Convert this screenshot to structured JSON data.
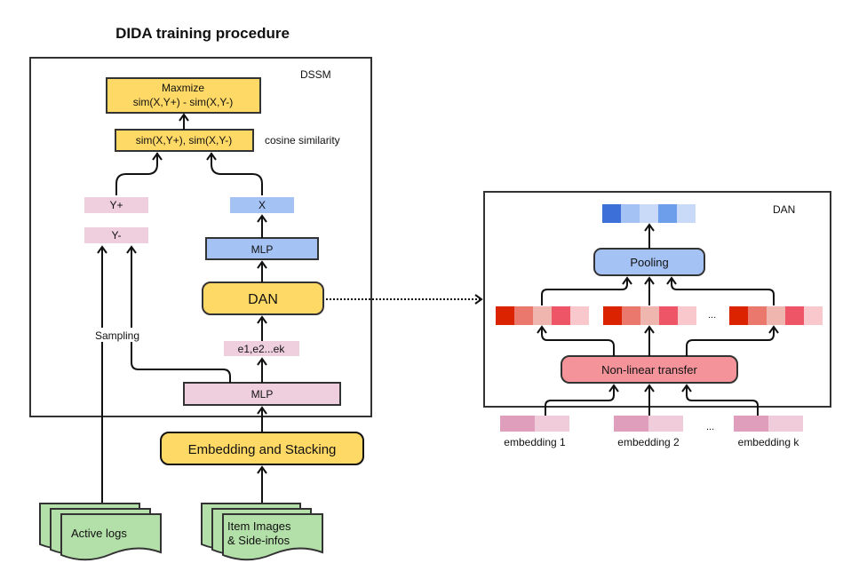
{
  "title": "DIDA training procedure",
  "dssm": {
    "label": "DSSM",
    "maximize_line1": "Maxmize",
    "maximize_line2": "sim(X,Y+) - sim(X,Y-)",
    "sim": "sim(X,Y+), sim(X,Y-)",
    "cosine_label": "cosine similarity",
    "y_plus": "Y+",
    "y_minus": "Y-",
    "x": "X",
    "mlp_top": "MLP",
    "dan": "DAN",
    "sampling": "Sampling",
    "e_list": "e1,e2...ek",
    "mlp_bottom": "MLP"
  },
  "embedding_stacking": "Embedding and Stacking",
  "sources": {
    "active_logs": "Active logs",
    "items_line1": "Item Images",
    "items_line2": "& Side-infos"
  },
  "dan_detail": {
    "label": "DAN",
    "pooling": "Pooling",
    "nonlinear": "Non-linear transfer",
    "ellipsis": "...",
    "embeddings": [
      "embedding 1",
      "embedding 2",
      "embedding k"
    ]
  },
  "colors": {
    "yellow": "#FFD966",
    "pink": "#EFCFDD",
    "blue": "#A4C2F4",
    "green": "#B3DFA8",
    "red_box": "#F4939A",
    "output_vector": [
      "#3C6FD8",
      "#A4C2F4",
      "#C9DAF8",
      "#6D9EEB",
      "#C9DAF8"
    ],
    "hidden_vector": [
      "#DB2300",
      "#EA786D",
      "#EFB6B0",
      "#EE5566",
      "#F8C8CC"
    ],
    "embedding_vector": [
      "#DE9EBC",
      "#F0CCDA"
    ]
  }
}
